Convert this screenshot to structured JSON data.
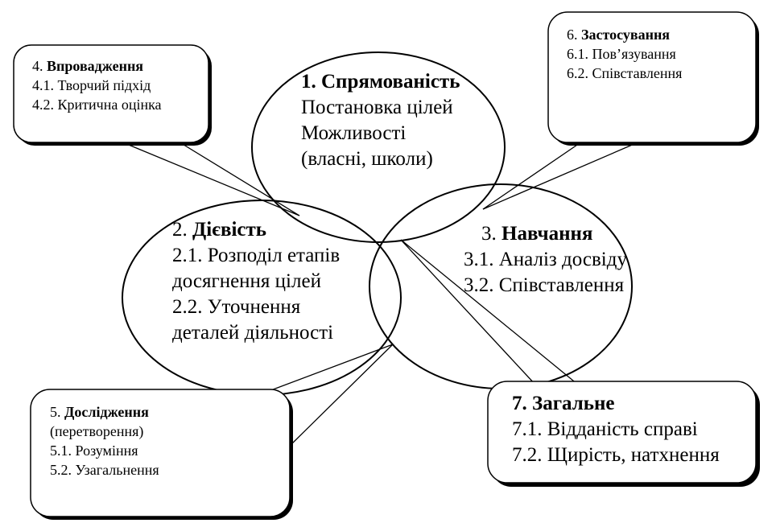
{
  "circles": {
    "c1": {
      "heading": "1.   Спрямованість",
      "lines": [
        "Постановка цілей",
        "Можливості",
        "(власні, школи)"
      ]
    },
    "c2": {
      "heading_num": "2. ",
      "heading_word": "Дієвість",
      "lines": [
        "2.1. Розподіл етапів",
        "досягнення цілей",
        "2.2. Уточнення",
        "деталей діяльності"
      ]
    },
    "c3": {
      "heading_num": "3. ",
      "heading_word": "Навчання",
      "lines": [
        "3.1. Аналіз досвіду",
        "3.2. Співставлення"
      ]
    }
  },
  "callouts": {
    "c4": {
      "heading_num": "4. ",
      "heading_word": "Впровадження",
      "lines": [
        "4.1. Творчий підхід",
        "4.2. Критична оцінка"
      ]
    },
    "c5": {
      "heading_num": "5. ",
      "heading_word": "Дослідження",
      "lines": [
        "(перетворення)",
        "5.1. Розуміння",
        "5.2. Узагальнення"
      ]
    },
    "c6": {
      "heading_num": "6. ",
      "heading_word": "Застосування",
      "lines": [
        "6.1. Пов’язування",
        "6.2. Співставлення"
      ]
    },
    "c7": {
      "heading": "7. Загальне",
      "lines": [
        "7.1. Відданість справі",
        "7.2. Щирість, натхнення"
      ]
    }
  },
  "colors": {
    "stroke": "#000000",
    "fill": "#ffffff",
    "shadow": "#000000"
  }
}
